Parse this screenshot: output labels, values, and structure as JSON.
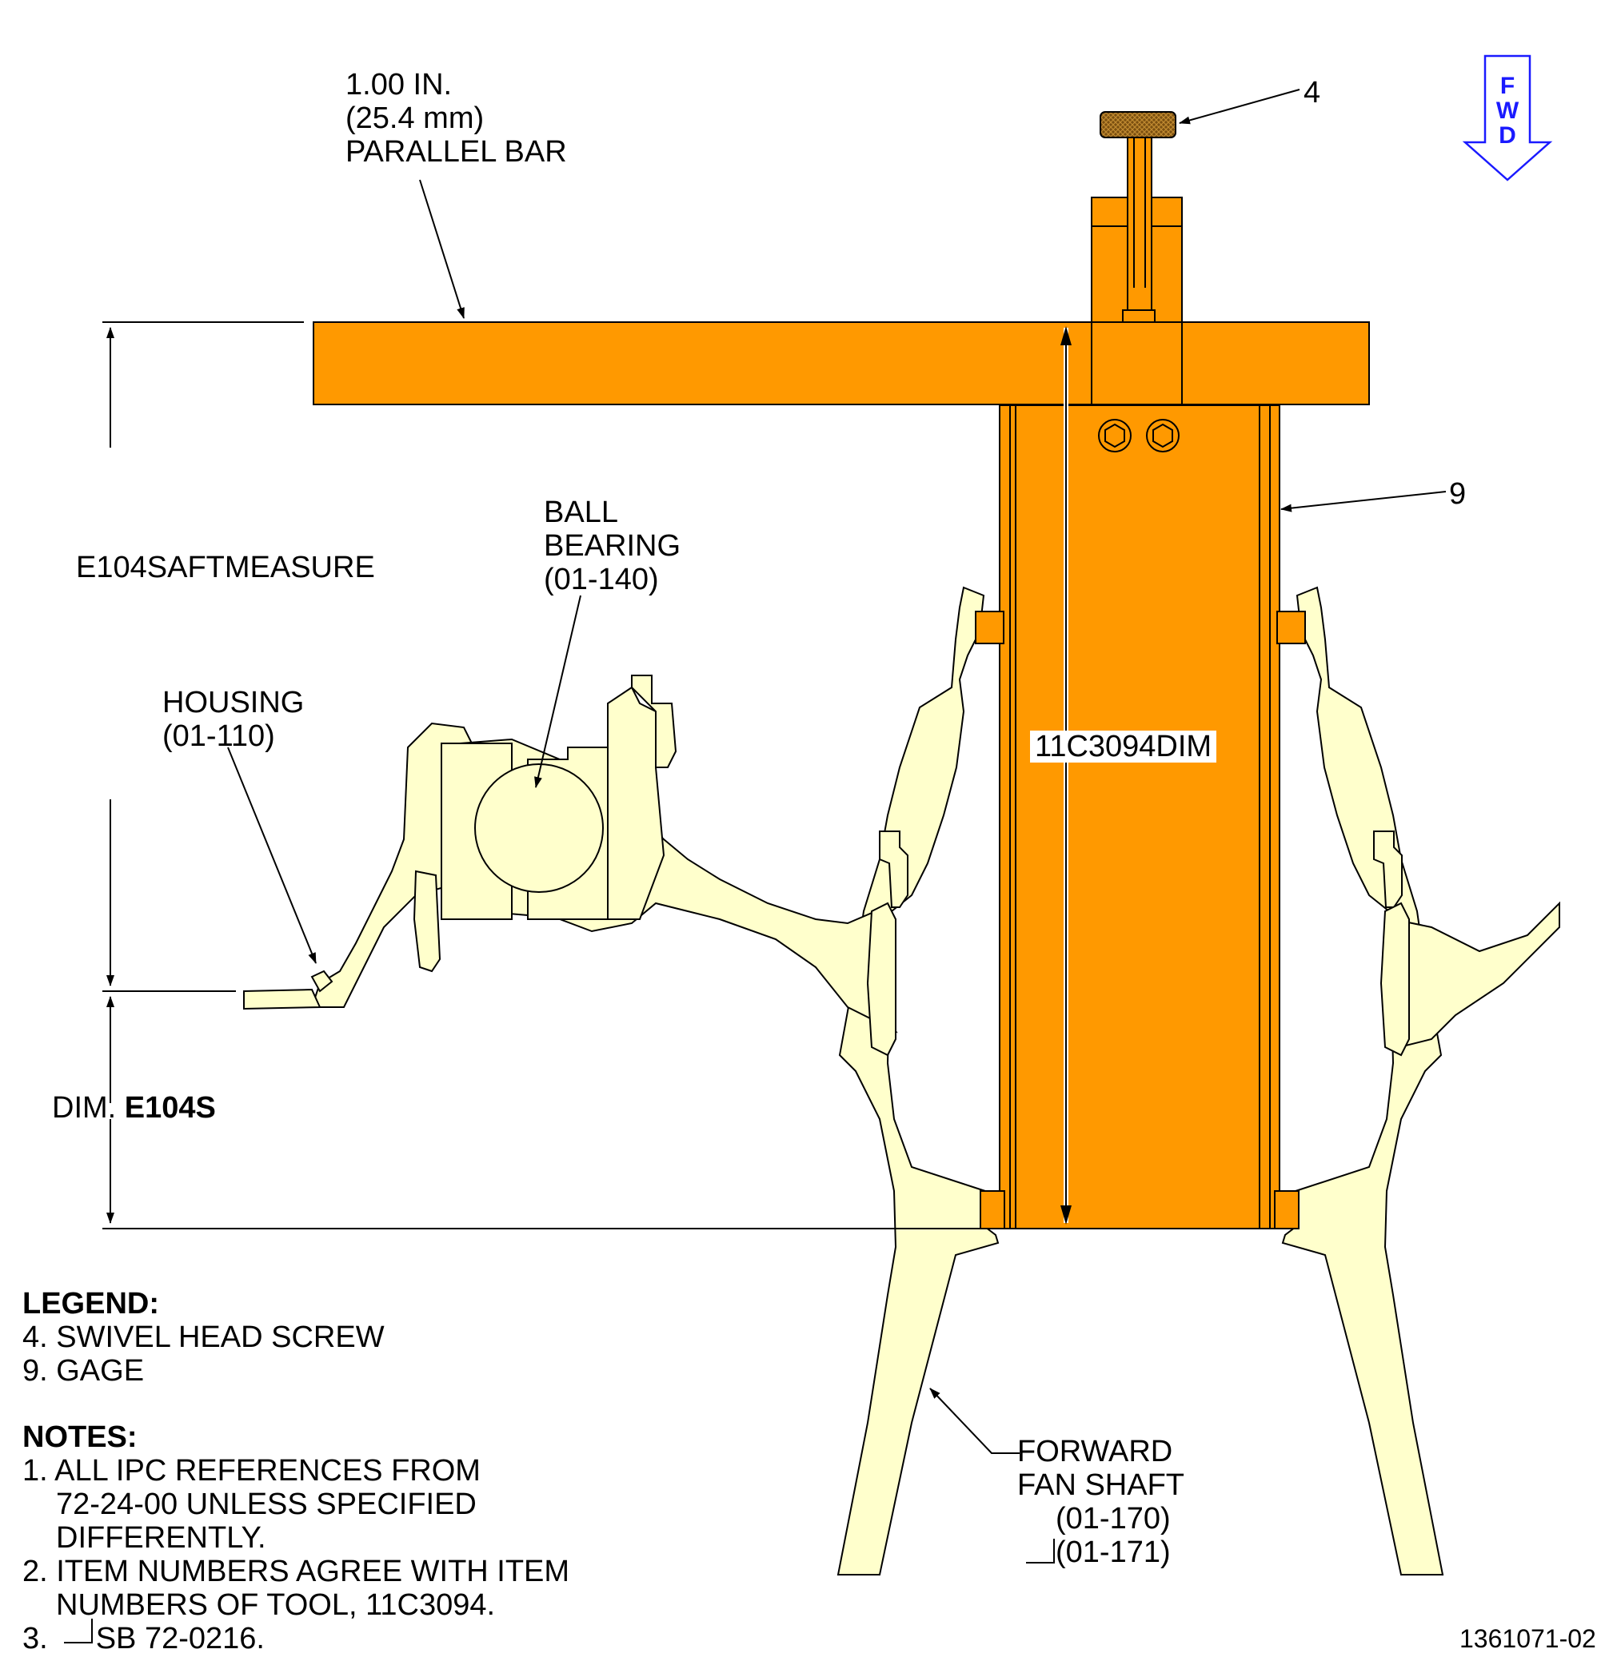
{
  "figure_number": "1361071-02",
  "fwd_arrow": {
    "letters": [
      "F",
      "W",
      "D"
    ],
    "color": "#1a1aff"
  },
  "colors": {
    "tool": "#ff9900",
    "part": "#ffffcc",
    "outline": "#000000",
    "knurl": "#8a5a10"
  },
  "callouts": {
    "parallel_bar": [
      "1.00 IN.",
      "(25.4 mm)",
      "PARALLEL BAR"
    ],
    "item_4": "4",
    "item_9": "9",
    "ball_bearing": [
      "BALL",
      "BEARING",
      "(01-140)"
    ],
    "housing": [
      "HOUSING",
      "(01-110)"
    ],
    "forward_fan_shaft": [
      "FORWARD",
      "FAN SHAFT",
      "(01-170)",
      "(01-171)"
    ]
  },
  "dimensions": {
    "aft_measure": "E104SAFTMEASURE",
    "tool_dim": "11C3094DIM",
    "dim_prefix": "DIM.",
    "dim_value": "E104S"
  },
  "legend": {
    "title": "LEGEND:",
    "items": [
      "4. SWIVEL HEAD SCREW",
      "9. GAGE"
    ]
  },
  "notes": {
    "title": "NOTES:",
    "items": [
      [
        "1. ALL IPC REFERENCES FROM",
        "72-24-00 UNLESS SPECIFIED",
        "DIFFERENTLY."
      ],
      [
        "2. ITEM NUMBERS AGREE WITH ITEM",
        "NUMBERS OF TOOL, 11C3094."
      ],
      [
        "3.",
        "SB 72-0216."
      ]
    ]
  }
}
